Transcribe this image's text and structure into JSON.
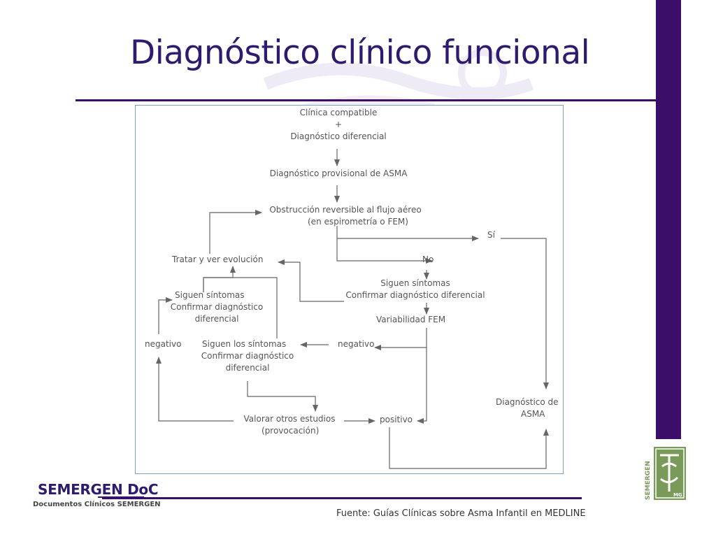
{
  "slide": {
    "title": "Diagnóstico clínico funcional",
    "source": "Fuente: Guías Clínicas sobre Asma Infantil en MEDLINE"
  },
  "logo": {
    "name": "SEMERGEN DoC",
    "subtitle": "Documentos Clínicos SEMERGEN",
    "seal_text": "SEMERGEN",
    "seal_sub": "MG"
  },
  "colors": {
    "accent": "#3b0e67",
    "title": "#2e1a6e",
    "arrow": "#666666",
    "frame": "#7fa0c0",
    "seal_green": "#7a9a5a"
  },
  "diagram": {
    "n1_l1": "Clínica compatible",
    "n1_l2": "+",
    "n1_l3": "Diagnóstico diferencial",
    "n2": "Diagnóstico provisional de ASMA",
    "n3_l1": "Obstrucción reversible al flujo aéreo",
    "n3_l2": "(en espirometría o FEM)",
    "si": "Sí",
    "no": "No",
    "tratar": "Tratar y ver evolución",
    "n4_l1": "Siguen síntomas",
    "n4_l2": "Confirmar diagnóstico diferencial",
    "n5_l1": "Siguen síntomas",
    "n5_l2": "Confirmar diagnóstico",
    "n5_l3": "diferencial",
    "variabilidad": "Variabilidad FEM",
    "negativo_left": "negativo",
    "n6_l1": "Siguen los síntomas",
    "n6_l2": "Confirmar diagnóstico",
    "n6_l3": "diferencial",
    "negativo_mid": "negativo",
    "valorar_l1": "Valorar otros estudios",
    "valorar_l2": "(provocación)",
    "positivo": "positivo",
    "dx_l1": "Diagnóstico de",
    "dx_l2": "ASMA"
  }
}
